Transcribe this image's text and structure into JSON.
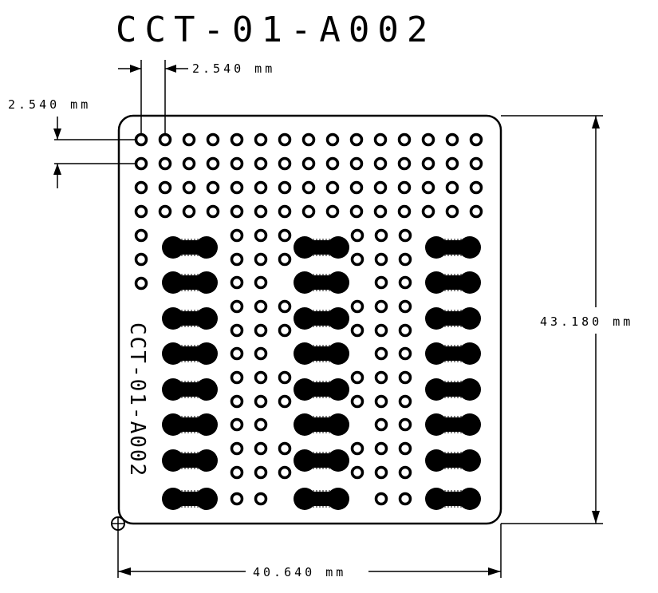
{
  "drawing": {
    "title": "CCT-01-A002",
    "board_label": "CCT-01-A002",
    "dims": {
      "pitch_h": "2.540 mm",
      "pitch_v": "2.540 mm",
      "height": "43.180 mm",
      "width": "40.640 mm"
    }
  },
  "layout": {
    "top_rows": 4,
    "cols": 15,
    "pad_rows": 8,
    "left_column_holes": 3
  },
  "colors": {
    "ink": "#000000",
    "paper": "#ffffff"
  }
}
